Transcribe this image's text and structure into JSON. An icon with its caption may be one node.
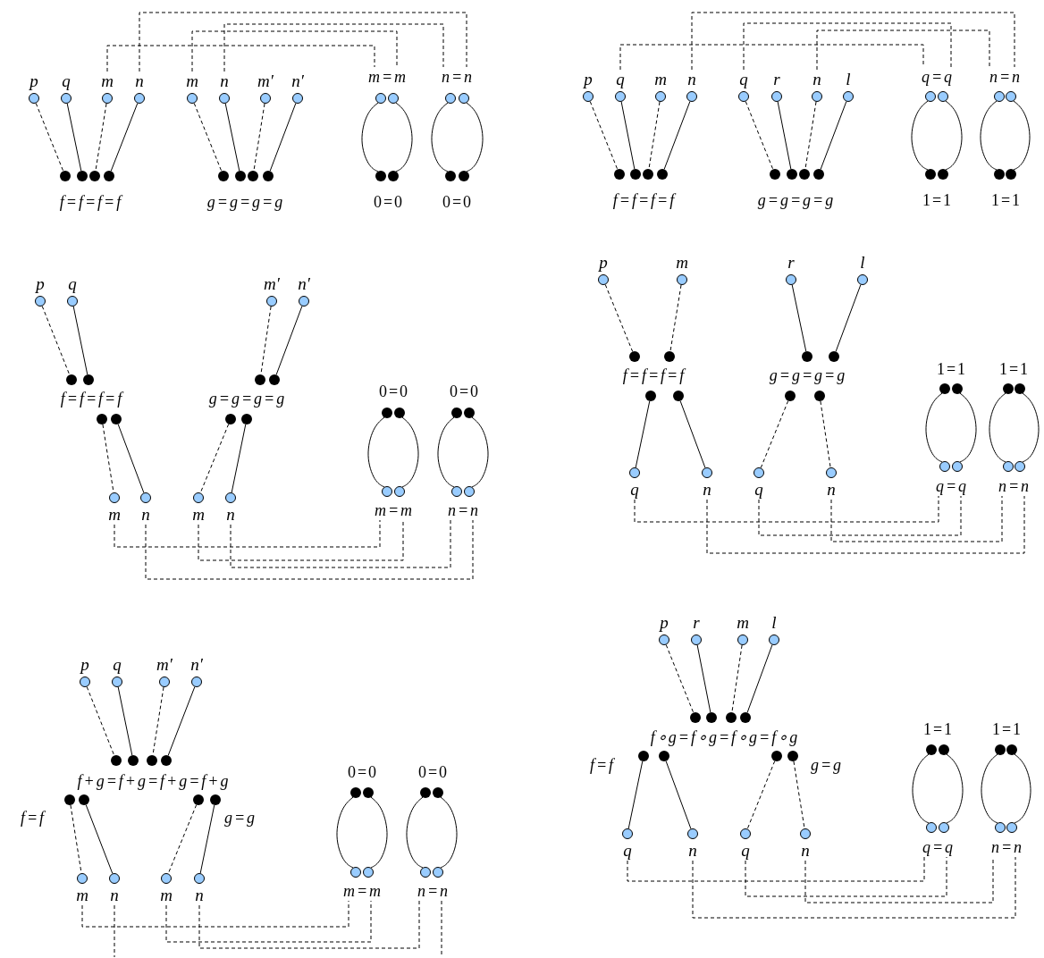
{
  "diagram": {
    "nodes": [
      {
        "text": [],
        "shape": "circle",
        "beside": [
          "p"
        ]
      },
      {
        "text": [],
        "shape": "circle",
        "beside": [
          "q"
        ]
      },
      {
        "text": [],
        "shape": "circle",
        "beside": [
          "m"
        ]
      },
      {
        "text": [],
        "shape": "circle",
        "beside": [
          "n"
        ]
      },
      {
        "text": [],
        "shape": "circle",
        "beside": [
          "m"
        ]
      },
      {
        "text": [],
        "shape": "circle",
        "beside": [
          "n"
        ]
      },
      {
        "text": [],
        "shape": "circle",
        "beside": [
          "m′"
        ]
      },
      {
        "text": [],
        "shape": "circle",
        "beside": [
          "n′"
        ]
      },
      {
        "text": [
          "m=m"
        ]
      },
      {
        "text": [],
        "shape": "circle"
      },
      {
        "text": [],
        "shape": "circle"
      },
      {
        "text": [
          "n=n"
        ]
      },
      {
        "text": [],
        "shape": "circle"
      },
      {
        "text": [],
        "shape": "circle"
      },
      {
        "text": [],
        "shape": "dot"
      },
      {
        "text": [],
        "shape": "dot"
      },
      {
        "text": [],
        "shape": "dot"
      },
      {
        "text": [],
        "shape": "dot"
      },
      {
        "text": [],
        "shape": "dot"
      },
      {
        "text": [],
        "shape": "dot"
      },
      {
        "text": [],
        "shape": "dot"
      },
      {
        "text": [],
        "shape": "dot"
      },
      {
        "text": [],
        "shape": "dot"
      },
      {
        "text": [],
        "shape": "dot"
      },
      {
        "text": [],
        "shape": "dot"
      },
      {
        "text": [],
        "shape": "dot"
      },
      {
        "text": [],
        "shape": "circle",
        "beside": [
          "p"
        ]
      },
      {
        "text": [],
        "shape": "circle",
        "beside": [
          "q"
        ]
      },
      {
        "text": [],
        "shape": "circle",
        "beside": [
          "m"
        ]
      },
      {
        "text": [],
        "shape": "circle",
        "beside": [
          "n"
        ]
      },
      {
        "text": [],
        "shape": "circle",
        "beside": [
          "q"
        ]
      },
      {
        "text": [],
        "shape": "circle",
        "beside": [
          "r"
        ]
      },
      {
        "text": [],
        "shape": "circle",
        "beside": [
          "n"
        ]
      },
      {
        "text": [],
        "shape": "circle",
        "beside": [
          "l"
        ]
      },
      {
        "text": [
          "q=q"
        ]
      },
      {
        "text": [],
        "shape": "circle"
      },
      {
        "text": [],
        "shape": "circle"
      },
      {
        "text": [
          "n=n"
        ]
      },
      {
        "text": [],
        "shape": "circle"
      },
      {
        "text": [],
        "shape": "circle"
      },
      {
        "text": [],
        "shape": "dot"
      },
      {
        "text": [],
        "shape": "dot"
      },
      {
        "text": [],
        "shape": "dot"
      },
      {
        "text": [],
        "shape": "dot"
      },
      {
        "text": [],
        "shape": "dot"
      },
      {
        "text": [],
        "shape": "dot"
      },
      {
        "text": [],
        "shape": "dot"
      },
      {
        "text": [],
        "shape": "dot"
      },
      {
        "text": [],
        "shape": "dot"
      },
      {
        "text": [],
        "shape": "dot"
      },
      {
        "text": [],
        "shape": "dot"
      },
      {
        "text": [],
        "shape": "dot"
      },
      {
        "text": [],
        "shape": "circle",
        "beside": [
          "p"
        ]
      },
      {
        "text": [],
        "shape": "circle",
        "beside": [
          "q"
        ]
      },
      {
        "text": [],
        "shape": "circle",
        "beside": [
          "m′"
        ]
      },
      {
        "text": [],
        "shape": "circle",
        "beside": [
          "n′"
        ]
      },
      {
        "text": [],
        "shape": "dot"
      },
      {
        "text": [],
        "shape": "dot"
      },
      {
        "text": [],
        "shape": "dot"
      },
      {
        "text": [],
        "shape": "dot"
      },
      {
        "text": [],
        "shape": "dot"
      },
      {
        "text": [],
        "shape": "dot"
      },
      {
        "text": [],
        "shape": "dot"
      },
      {
        "text": [],
        "shape": "dot"
      },
      {
        "text": [],
        "shape": "dot"
      },
      {
        "text": [],
        "shape": "dot"
      },
      {
        "text": [],
        "shape": "dot"
      },
      {
        "text": [],
        "shape": "dot"
      },
      {
        "text": [],
        "shape": "circle",
        "beside": [
          "m"
        ]
      },
      {
        "text": [],
        "shape": "circle",
        "beside": [
          "n"
        ]
      },
      {
        "text": [],
        "shape": "circle",
        "beside": [
          "m"
        ]
      },
      {
        "text": [],
        "shape": "circle",
        "beside": [
          "n"
        ]
      },
      {
        "text": [],
        "shape": "circle"
      },
      {
        "text": [],
        "shape": "circle"
      },
      {
        "text": [],
        "shape": "circle"
      },
      {
        "text": [],
        "shape": "circle"
      },
      {
        "text": [
          "m=m"
        ]
      },
      {
        "text": [
          "n=n"
        ]
      },
      {
        "text": [],
        "shape": "circle",
        "beside": [
          "p"
        ]
      },
      {
        "text": [],
        "shape": "circle",
        "beside": [
          "m"
        ]
      },
      {
        "text": [],
        "shape": "circle",
        "beside": [
          "r"
        ]
      },
      {
        "text": [],
        "shape": "circle",
        "beside": [
          "l"
        ]
      },
      {
        "text": [],
        "shape": "dot"
      },
      {
        "text": [],
        "shape": "dot"
      },
      {
        "text": [],
        "shape": "dot"
      },
      {
        "text": [],
        "shape": "dot"
      },
      {
        "text": [],
        "shape": "dot"
      },
      {
        "text": [],
        "shape": "dot"
      },
      {
        "text": [],
        "shape": "dot"
      },
      {
        "text": [],
        "shape": "dot"
      },
      {
        "text": [],
        "shape": "dot"
      },
      {
        "text": [],
        "shape": "dot"
      },
      {
        "text": [],
        "shape": "dot"
      },
      {
        "text": [],
        "shape": "dot"
      },
      {
        "text": [],
        "shape": "circle",
        "beside": [
          "q"
        ]
      },
      {
        "text": [],
        "shape": "circle",
        "beside": [
          "n"
        ]
      },
      {
        "text": [],
        "shape": "circle",
        "beside": [
          "q"
        ]
      },
      {
        "text": [],
        "shape": "circle",
        "beside": [
          "n"
        ]
      },
      {
        "text": [],
        "shape": "circle"
      },
      {
        "text": [],
        "shape": "circle"
      },
      {
        "text": [],
        "shape": "circle"
      },
      {
        "text": [],
        "shape": "circle"
      },
      {
        "text": [
          "q=q"
        ]
      },
      {
        "text": [
          "n=n"
        ]
      },
      {
        "text": [],
        "shape": "circle",
        "beside": [
          "p"
        ]
      },
      {
        "text": [],
        "shape": "circle",
        "beside": [
          "q"
        ]
      },
      {
        "text": [],
        "shape": "circle",
        "beside": [
          "m′"
        ]
      },
      {
        "text": [],
        "shape": "circle",
        "beside": [
          "n′"
        ]
      },
      {
        "text": [],
        "shape": "dot"
      },
      {
        "text": [],
        "shape": "dot"
      },
      {
        "text": [],
        "shape": "dot"
      },
      {
        "text": [],
        "shape": "dot"
      },
      {
        "text": [],
        "shape": "dot"
      },
      {
        "text": [],
        "shape": "dot"
      },
      {
        "text": [],
        "shape": "dot"
      },
      {
        "text": [],
        "shape": "dot"
      },
      {
        "text": [],
        "shape": "dot"
      },
      {
        "text": [],
        "shape": "dot"
      },
      {
        "text": [],
        "shape": "dot"
      },
      {
        "text": [],
        "shape": "dot"
      },
      {
        "text": [],
        "shape": "circle",
        "beside": [
          "m"
        ]
      },
      {
        "text": [],
        "shape": "circle",
        "beside": [
          "n"
        ]
      },
      {
        "text": [],
        "shape": "circle",
        "beside": [
          "m"
        ]
      },
      {
        "text": [],
        "shape": "circle",
        "beside": [
          "n"
        ]
      },
      {
        "text": [],
        "shape": "circle"
      },
      {
        "text": [],
        "shape": "circle"
      },
      {
        "text": [],
        "shape": "circle"
      },
      {
        "text": [],
        "shape": "circle"
      },
      {
        "text": [
          "m=m"
        ]
      },
      {
        "text": [
          "n=n"
        ]
      },
      {
        "text": [],
        "shape": "circle",
        "beside": [
          "p"
        ]
      },
      {
        "text": [],
        "shape": "circle",
        "beside": [
          "r"
        ]
      },
      {
        "text": [],
        "shape": "circle",
        "beside": [
          "m"
        ]
      },
      {
        "text": [],
        "shape": "circle",
        "beside": [
          "l"
        ]
      },
      {
        "text": [],
        "shape": "dot"
      },
      {
        "text": [],
        "shape": "dot"
      },
      {
        "text": [],
        "shape": "dot"
      },
      {
        "text": [],
        "shape": "dot"
      },
      {
        "text": [],
        "shape": "dot"
      },
      {
        "text": [],
        "shape": "dot"
      },
      {
        "text": [],
        "shape": "dot"
      },
      {
        "text": [],
        "shape": "dot"
      },
      {
        "text": [],
        "shape": "dot"
      },
      {
        "text": [],
        "shape": "dot"
      },
      {
        "text": [],
        "shape": "dot"
      },
      {
        "text": [],
        "shape": "dot"
      },
      {
        "text": [],
        "shape": "circle",
        "beside": [
          "q"
        ]
      },
      {
        "text": [],
        "shape": "circle",
        "beside": [
          "n"
        ]
      },
      {
        "text": [],
        "shape": "circle",
        "beside": [
          "q"
        ]
      },
      {
        "text": [],
        "shape": "circle",
        "beside": [
          "n"
        ]
      },
      {
        "text": [],
        "shape": "circle"
      },
      {
        "text": [],
        "shape": "circle"
      },
      {
        "text": [],
        "shape": "circle"
      },
      {
        "text": [],
        "shape": "circle"
      },
      {
        "text": [
          "q=q"
        ]
      },
      {
        "text": [
          "n=n"
        ]
      }
    ],
    "edges": [
      {
        "from": 0,
        "to": 14,
        "arrow": "none",
        "style": "dashed"
      },
      {
        "from": 1,
        "to": 15,
        "arrow": "none"
      },
      {
        "from": 2,
        "to": 16,
        "arrow": "none",
        "style": "dashed"
      },
      {
        "from": 3,
        "to": 17,
        "arrow": "none"
      },
      {
        "from": 4,
        "to": 18,
        "arrow": "none",
        "style": "dashed"
      },
      {
        "from": 5,
        "to": 19,
        "arrow": "none"
      },
      {
        "from": 6,
        "to": 20,
        "arrow": "none",
        "style": "dashed"
      },
      {
        "from": 7,
        "to": 21,
        "arrow": "none"
      },
      {
        "from": 9,
        "to": 22,
        "arrow": "none"
      },
      {
        "from": 10,
        "to": 23,
        "arrow": "none"
      },
      {
        "from": 12,
        "to": 24,
        "arrow": "none"
      },
      {
        "from": 13,
        "to": 25,
        "arrow": "none"
      },
      {
        "from": 2,
        "to": 8,
        "arrow": "none",
        "style": "dashed"
      },
      {
        "from": 3,
        "to": 11,
        "arrow": "none",
        "style": "dashed"
      },
      {
        "from": 4,
        "to": 8,
        "arrow": "none",
        "style": "dashed"
      },
      {
        "from": 5,
        "to": 11,
        "arrow": "none",
        "style": "dashed"
      },
      {
        "from": 26,
        "to": 40,
        "arrow": "none",
        "style": "dashed"
      },
      {
        "from": 27,
        "to": 41,
        "arrow": "none"
      },
      {
        "from": 28,
        "to": 42,
        "arrow": "none",
        "style": "dashed"
      },
      {
        "from": 29,
        "to": 43,
        "arrow": "none"
      },
      {
        "from": 30,
        "to": 44,
        "arrow": "none",
        "style": "dashed"
      },
      {
        "from": 31,
        "to": 45,
        "arrow": "none"
      },
      {
        "from": 32,
        "to": 46,
        "arrow": "none",
        "style": "dashed"
      },
      {
        "from": 33,
        "to": 47,
        "arrow": "none"
      },
      {
        "from": 35,
        "to": 48,
        "arrow": "none"
      },
      {
        "from": 36,
        "to": 49,
        "arrow": "none"
      },
      {
        "from": 38,
        "to": 50,
        "arrow": "none"
      },
      {
        "from": 39,
        "to": 51,
        "arrow": "none"
      },
      {
        "from": 27,
        "to": 34,
        "arrow": "none",
        "style": "dashed"
      },
      {
        "from": 29,
        "to": 37,
        "arrow": "none",
        "style": "dashed"
      },
      {
        "from": 30,
        "to": 34,
        "arrow": "none",
        "style": "dashed"
      },
      {
        "from": 32,
        "to": 37,
        "arrow": "none",
        "style": "dashed"
      },
      {
        "from": 52,
        "to": 56,
        "arrow": "none",
        "style": "dashed"
      },
      {
        "from": 53,
        "to": 57,
        "arrow": "none"
      },
      {
        "from": 54,
        "to": 58,
        "arrow": "none",
        "style": "dashed"
      },
      {
        "from": 55,
        "to": 59,
        "arrow": "none"
      },
      {
        "from": 60,
        "to": 68,
        "arrow": "none",
        "style": "dashed"
      },
      {
        "from": 61,
        "to": 69,
        "arrow": "none"
      },
      {
        "from": 62,
        "to": 70,
        "arrow": "none",
        "style": "dashed"
      },
      {
        "from": 63,
        "to": 71,
        "arrow": "none"
      },
      {
        "from": 64,
        "to": 72,
        "arrow": "none"
      },
      {
        "from": 65,
        "to": 73,
        "arrow": "none"
      },
      {
        "from": 66,
        "to": 74,
        "arrow": "none"
      },
      {
        "from": 67,
        "to": 75,
        "arrow": "none"
      },
      {
        "from": 68,
        "to": 76,
        "arrow": "none",
        "style": "dashed"
      },
      {
        "from": 69,
        "to": 77,
        "arrow": "none",
        "style": "dashed"
      },
      {
        "from": 70,
        "to": 76,
        "arrow": "none",
        "style": "dashed"
      },
      {
        "from": 71,
        "to": 77,
        "arrow": "none",
        "style": "dashed"
      },
      {
        "from": 78,
        "to": 82,
        "arrow": "none",
        "style": "dashed"
      },
      {
        "from": 79,
        "to": 83,
        "arrow": "none",
        "style": "dashed"
      },
      {
        "from": 80,
        "to": 84,
        "arrow": "none"
      },
      {
        "from": 81,
        "to": 85,
        "arrow": "none"
      },
      {
        "from": 86,
        "to": 94,
        "arrow": "none"
      },
      {
        "from": 87,
        "to": 95,
        "arrow": "none"
      },
      {
        "from": 88,
        "to": 96,
        "arrow": "none",
        "style": "dashed"
      },
      {
        "from": 89,
        "to": 97,
        "arrow": "none",
        "style": "dashed"
      },
      {
        "from": 90,
        "to": 98,
        "arrow": "none"
      },
      {
        "from": 91,
        "to": 99,
        "arrow": "none"
      },
      {
        "from": 92,
        "to": 100,
        "arrow": "none"
      },
      {
        "from": 93,
        "to": 101,
        "arrow": "none"
      },
      {
        "from": 94,
        "to": 102,
        "arrow": "none",
        "style": "dashed"
      },
      {
        "from": 95,
        "to": 103,
        "arrow": "none",
        "style": "dashed"
      },
      {
        "from": 96,
        "to": 102,
        "arrow": "none",
        "style": "dashed"
      },
      {
        "from": 97,
        "to": 103,
        "arrow": "none",
        "style": "dashed"
      },
      {
        "from": 104,
        "to": 108,
        "arrow": "none",
        "style": "dashed"
      },
      {
        "from": 105,
        "to": 109,
        "arrow": "none"
      },
      {
        "from": 106,
        "to": 110,
        "arrow": "none",
        "style": "dashed"
      },
      {
        "from": 107,
        "to": 111,
        "arrow": "none"
      },
      {
        "from": 112,
        "to": 120,
        "arrow": "none",
        "style": "dashed"
      },
      {
        "from": 113,
        "to": 121,
        "arrow": "none"
      },
      {
        "from": 114,
        "to": 122,
        "arrow": "none",
        "style": "dashed"
      },
      {
        "from": 115,
        "to": 123,
        "arrow": "none"
      },
      {
        "from": 116,
        "to": 124,
        "arrow": "none"
      },
      {
        "from": 117,
        "to": 125,
        "arrow": "none"
      },
      {
        "from": 118,
        "to": 126,
        "arrow": "none"
      },
      {
        "from": 119,
        "to": 127,
        "arrow": "none"
      },
      {
        "from": 120,
        "to": 128,
        "arrow": "none",
        "style": "dashed"
      },
      {
        "from": 121,
        "to": null,
        "arrow": "none",
        "style": "dashed"
      },
      {
        "from": 122,
        "to": 128,
        "arrow": "none",
        "style": "dashed"
      },
      {
        "from": 123,
        "to": 129,
        "arrow": "none",
        "style": "dashed"
      },
      {
        "from": 129,
        "to": null,
        "arrow": "none",
        "style": "dashed"
      },
      {
        "from": 130,
        "to": 134,
        "arrow": "none",
        "style": "dashed"
      },
      {
        "from": 131,
        "to": 135,
        "arrow": "none"
      },
      {
        "from": 132,
        "to": 136,
        "arrow": "none",
        "style": "dashed"
      },
      {
        "from": 133,
        "to": 137,
        "arrow": "none"
      },
      {
        "from": 138,
        "to": 146,
        "arrow": "none"
      },
      {
        "from": 139,
        "to": 147,
        "arrow": "none"
      },
      {
        "from": 140,
        "to": 148,
        "arrow": "none",
        "style": "dashed"
      },
      {
        "from": 141,
        "to": 149,
        "arrow": "none",
        "style": "dashed"
      },
      {
        "from": 142,
        "to": 150,
        "arrow": "none"
      },
      {
        "from": 143,
        "to": 151,
        "arrow": "none"
      },
      {
        "from": 144,
        "to": 152,
        "arrow": "none"
      },
      {
        "from": 145,
        "to": 153,
        "arrow": "none"
      },
      {
        "from": 146,
        "to": 154,
        "arrow": "none",
        "style": "dashed"
      },
      {
        "from": 147,
        "to": 155,
        "arrow": "none",
        "style": "dashed"
      },
      {
        "from": 148,
        "to": 154,
        "arrow": "none",
        "style": "dashed"
      },
      {
        "from": 149,
        "to": 155,
        "arrow": "none",
        "style": "dashed"
      }
    ],
    "labels": [
      "f=f=f=f",
      "g=g=g=g",
      "0=0",
      "0=0",
      "f=f=f=f",
      "g=g=g=g",
      "1=1",
      "1=1",
      "f=f=f=f",
      "g=g=g=g",
      "0=0",
      "0=0",
      "f=f=f=f",
      "g=g=g=g",
      "1=1",
      "1=1",
      "f+g=f+g=f+g=f+g",
      "0=0",
      "0=0",
      "f=f",
      "g=g",
      "f∘g=f∘g=f∘g=f∘g",
      "1=1",
      "1=1",
      "f=f",
      "g=g"
    ]
  }
}
